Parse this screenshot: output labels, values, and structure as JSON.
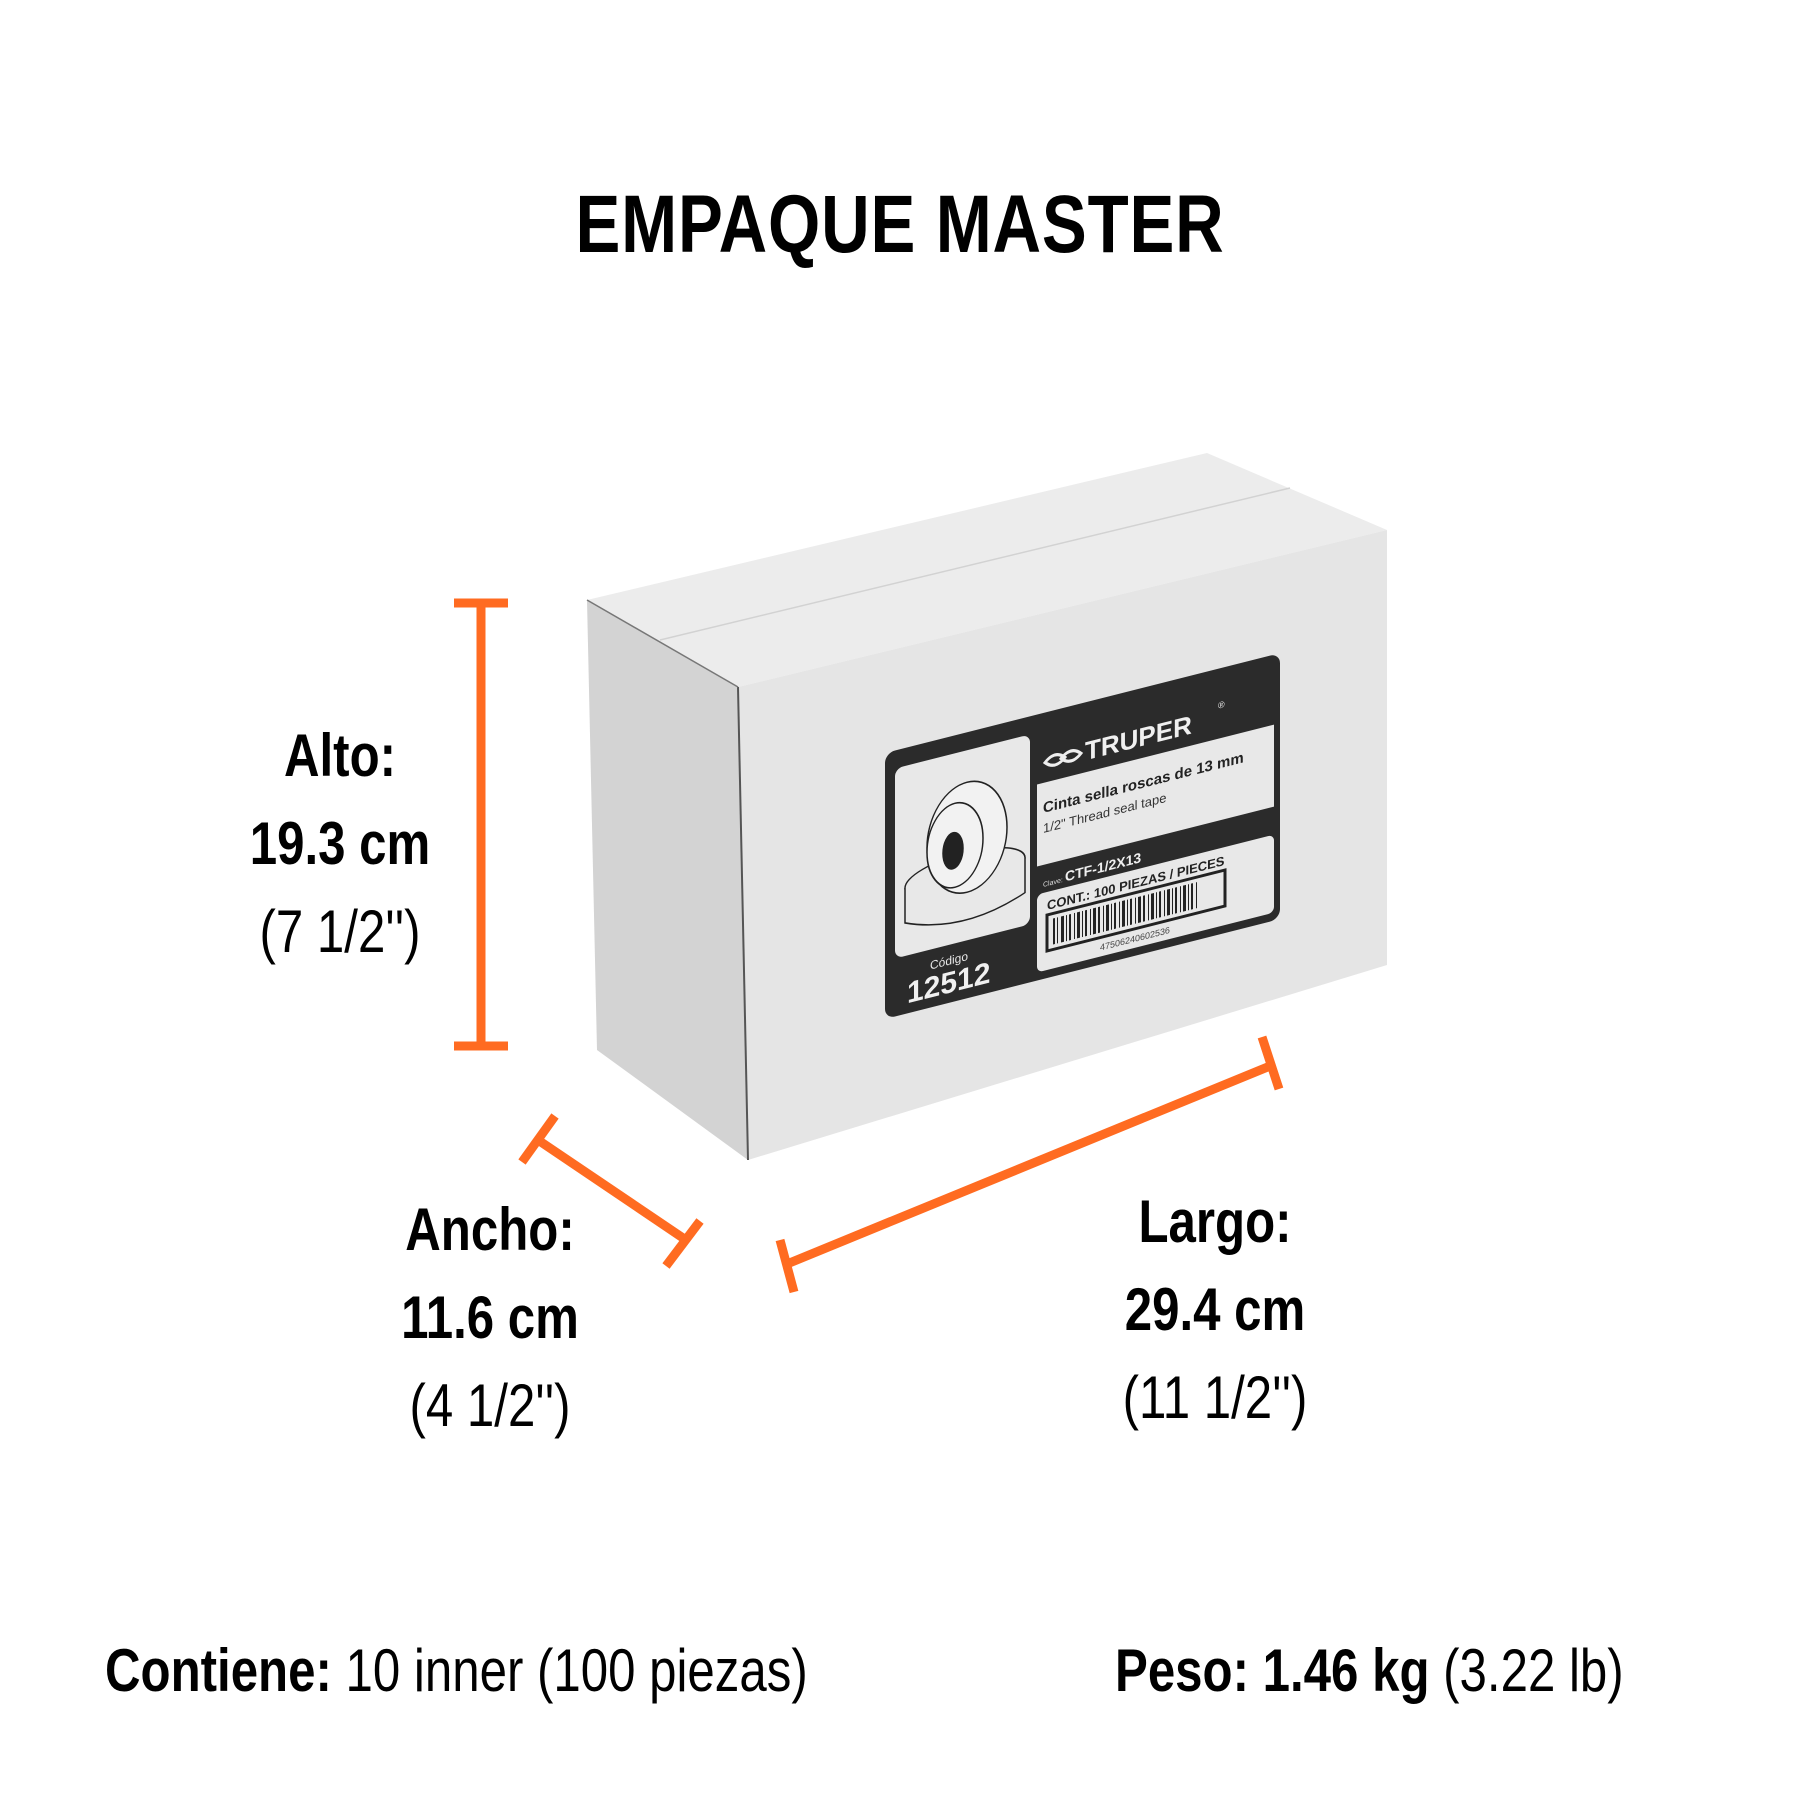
{
  "title": "EMPAQUE MASTER",
  "accent_color": "#FF6B21",
  "dimensions": {
    "alto": {
      "label": "Alto:",
      "metric": "19.3 cm",
      "imperial": "(7 1/2'')"
    },
    "ancho": {
      "label": "Ancho:",
      "metric": "11.6 cm",
      "imperial": "(4 1/2'')"
    },
    "largo": {
      "label": "Largo:",
      "metric": "29.4 cm",
      "imperial": "(11 1/2'')"
    }
  },
  "footer": {
    "contains_label": "Contiene:",
    "contains_value": "10 inner (100 piezas)",
    "weight_label": "Peso:",
    "weight_value": "1.46 kg",
    "weight_imperial": "(3.22 lb)"
  },
  "box_label": {
    "brand": "TRUPER",
    "brand_mark": "®",
    "product_es": "Cinta sella roscas de 13 mm",
    "product_en": "1/2\" Thread seal tape",
    "clave_label": "Clave:",
    "clave_value": "CTF-1/2X13",
    "contents": "CONT.: 100 PIEZAS / PIECES",
    "barcode_number": "47506240602536",
    "codigo_label": "Código",
    "codigo_value": "12512"
  }
}
